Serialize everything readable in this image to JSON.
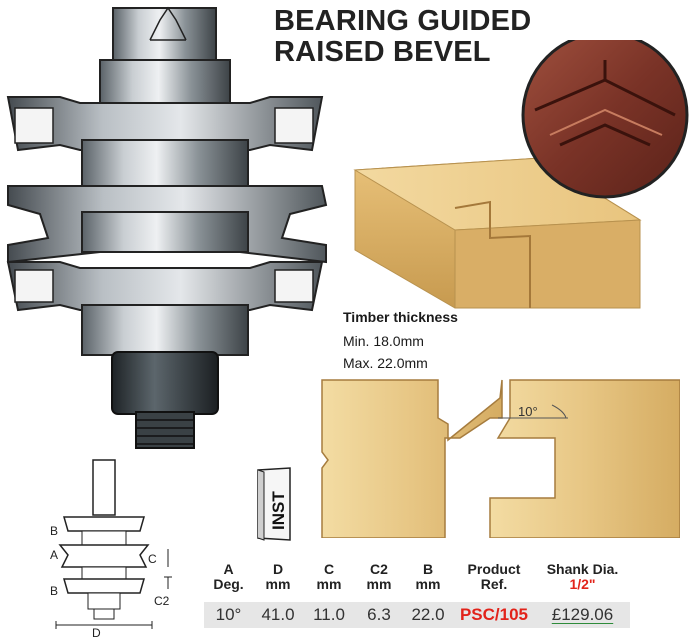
{
  "title": {
    "line1": "BEARING GUIDED",
    "line2": "RAISED BEVEL"
  },
  "timber": {
    "heading": "Timber thickness",
    "min": "Min. 18.0mm",
    "max": "Max. 22.0mm"
  },
  "angle_label": "10°",
  "inst_label": "INST",
  "diagram_labels": {
    "b_top": "B",
    "a": "A",
    "b_bottom": "B",
    "c": "C",
    "c2": "C2",
    "d": "D"
  },
  "table": {
    "headers": [
      {
        "line1": "A",
        "line2": "Deg."
      },
      {
        "line1": "D",
        "line2": "mm"
      },
      {
        "line1": "C",
        "line2": "mm"
      },
      {
        "line1": "C2",
        "line2": "mm"
      },
      {
        "line1": "B",
        "line2": "mm"
      },
      {
        "line1": "Product",
        "line2": "Ref."
      },
      {
        "line1": "Shank Dia.",
        "line2": "1/2\""
      }
    ],
    "row": [
      "10°",
      "41.0",
      "11.0",
      "6.3",
      "22.0",
      "PSC/105",
      "£129.06"
    ]
  },
  "colors": {
    "accent_red": "#e2231a",
    "underline_green": "#2e8b3a",
    "row_bg": "#e6e6e6"
  }
}
